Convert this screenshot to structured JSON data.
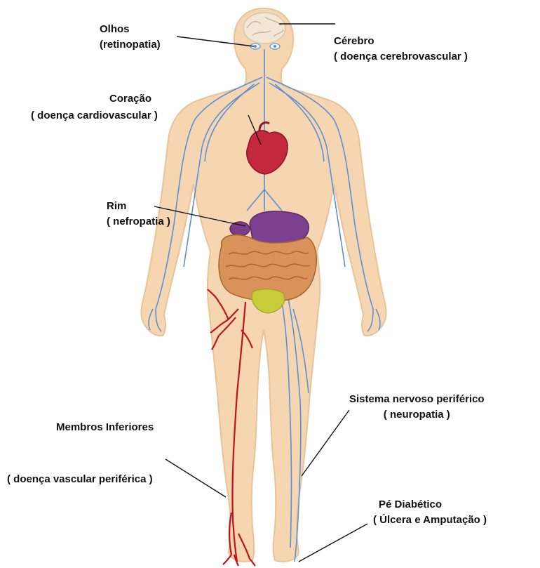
{
  "colors": {
    "background": "#ffffff",
    "skin": "#f6d6b0",
    "skin_outline": "#e8c39a",
    "nerve": "#5b8fd6",
    "artery": "#c0121a",
    "heart": "#c3283c",
    "kidney": "#7b3c8a",
    "stomach": "#7d3f8f",
    "intestine": "#d9935a",
    "bladder": "#c8cc3a",
    "brain": "#f2e7d6",
    "text": "#111111"
  },
  "labels": {
    "eyes": {
      "title": "Olhos",
      "subtitle": "(retinopatia)"
    },
    "brain": {
      "title": "Cérebro",
      "subtitle": "( doença cerebrovascular )"
    },
    "heart": {
      "title": "Coração",
      "subtitle": "( doença cardiovascular )"
    },
    "kidney": {
      "title": "Rim",
      "subtitle": "( nefropatia )"
    },
    "nerves": {
      "title": "Sistema nervoso periférico",
      "subtitle": "( neuropatia )"
    },
    "legs": {
      "title": "Membros Inferiores",
      "subtitle": "( doença vascular periférica )"
    },
    "foot": {
      "title": "Pé Diabético",
      "subtitle": "( Úlcera e Amputação )"
    }
  }
}
